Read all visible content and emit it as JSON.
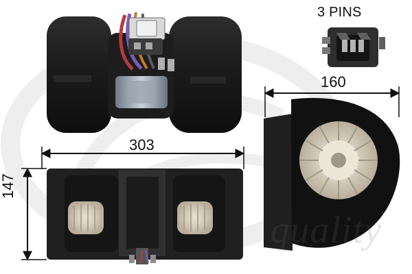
{
  "labels": {
    "connector_pins": "3 PINS",
    "dimension_width": "303",
    "dimension_depth": "160",
    "dimension_height": "147",
    "watermark_text": "quality"
  },
  "colors": {
    "background": "#ffffff",
    "housing_dark": "#222222",
    "housing_mid": "#444444",
    "fan_light": "#d6d0bf",
    "wire_red": "#b33a3a",
    "wire_purple": "#7b5bb8",
    "motor_steel": "#9ca7b2",
    "watermark_gray": "#bbbbbb"
  },
  "images": [
    "blower-motor-top-view",
    "connector-plug",
    "blower-motor-side-view",
    "blower-motor-front-view"
  ]
}
